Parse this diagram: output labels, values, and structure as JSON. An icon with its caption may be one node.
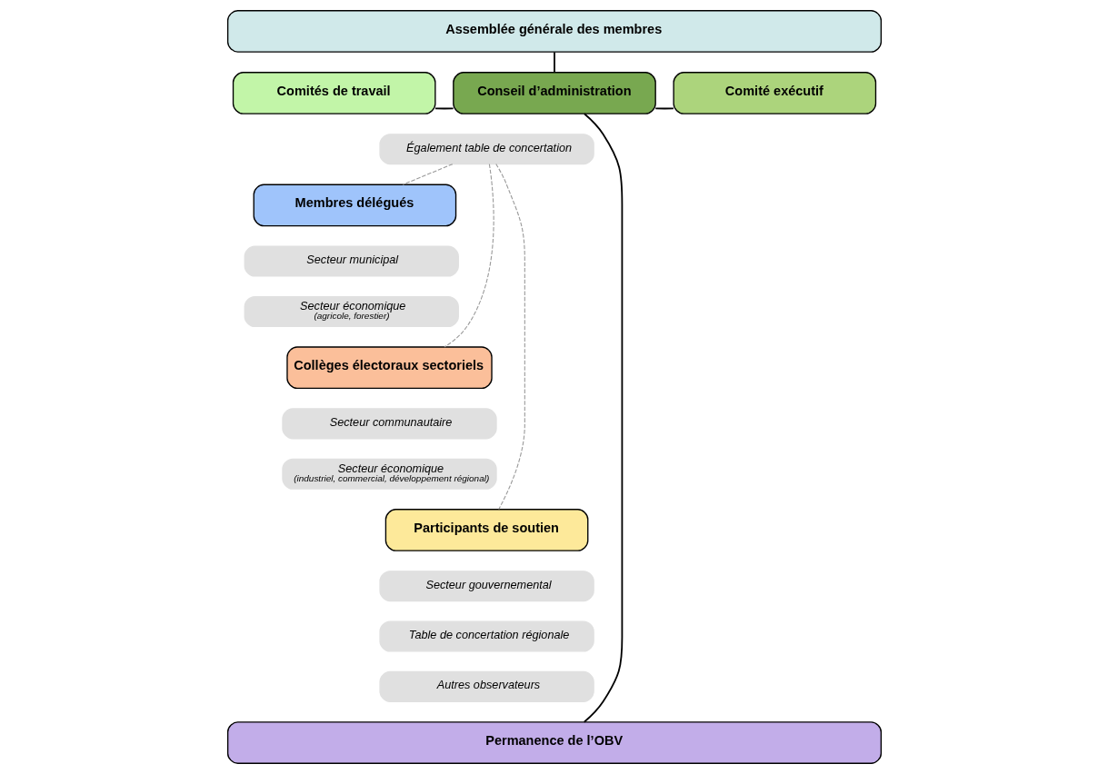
{
  "diagram": {
    "nodes": [
      {
        "text": [
          "Assemblée générale des membres"
        ]
      },
      {
        "text": [
          "Comités de travail"
        ]
      },
      {
        "text": [
          "Conseil d’administration"
        ]
      },
      {
        "text": [
          "Comité exécutif"
        ]
      },
      {
        "text": [
          "Également table de concertation"
        ]
      },
      {
        "text": [
          "Membres délégués"
        ]
      },
      {
        "text": [
          "Secteur municipal"
        ]
      },
      {
        "text": [
          "Secteur économique",
          "(agricole, forestier)"
        ]
      },
      {
        "text": [
          "Collèges électoraux sectoriels"
        ]
      },
      {
        "text": [
          "Secteur communautaire"
        ]
      },
      {
        "text": [
          "Secteur économique",
          "(industriel, commercial, développement régional)"
        ]
      },
      {
        "text": [
          "Participants de soutien"
        ]
      },
      {
        "text": [
          "Secteur gouvernemental"
        ]
      },
      {
        "text": [
          "Table de concertation régionale"
        ]
      },
      {
        "text": [
          "Autres observateurs"
        ]
      },
      {
        "text": [
          "Permanence de l’OBV"
        ]
      }
    ],
    "edges": [
      {
        "from": 0,
        "to": 2,
        "arrow": "none"
      },
      {
        "from": 1,
        "to": 2,
        "arrow": "none"
      },
      {
        "from": 2,
        "to": 3,
        "arrow": "none"
      },
      {
        "from": 2,
        "to": 15,
        "arrow": "none"
      },
      {
        "from": 4,
        "to": 5,
        "arrow": "none",
        "style": "dashed",
        "color": "#999999"
      },
      {
        "from": 4,
        "to": 8,
        "arrow": "none",
        "style": "dashed",
        "color": "#999999"
      },
      {
        "from": 4,
        "to": 11,
        "arrow": "none",
        "style": "dashed",
        "color": "#999999"
      }
    ]
  }
}
